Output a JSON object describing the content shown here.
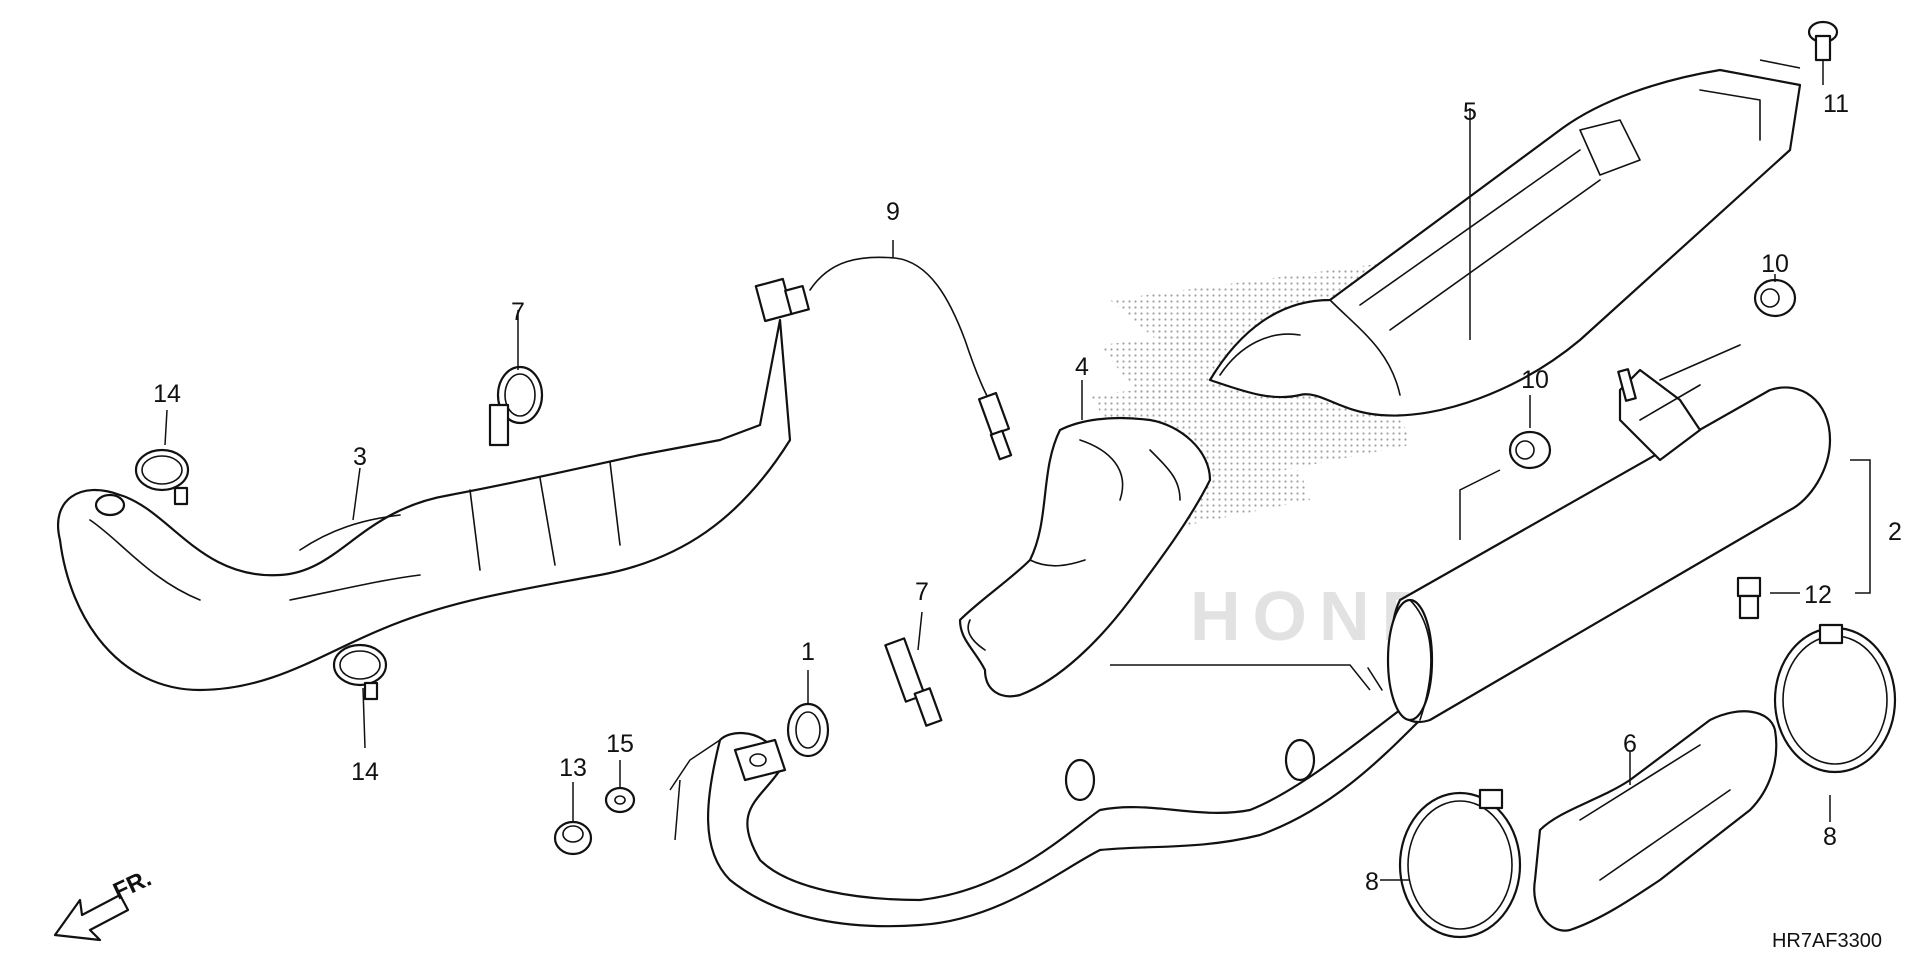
{
  "diagram_code": "HR7AF3300",
  "direction_label": "FR.",
  "watermark_text": "HONDA",
  "callouts": {
    "n1": "1",
    "n2": "2",
    "n3": "3",
    "n4": "4",
    "n5": "5",
    "n6": "6",
    "n7a": "7",
    "n7b": "7",
    "n8a": "8",
    "n8b": "8",
    "n9": "9",
    "n10a": "10",
    "n10b": "10",
    "n11": "11",
    "n12": "12",
    "n13": "13",
    "n14a": "14",
    "n14b": "14",
    "n15": "15"
  }
}
